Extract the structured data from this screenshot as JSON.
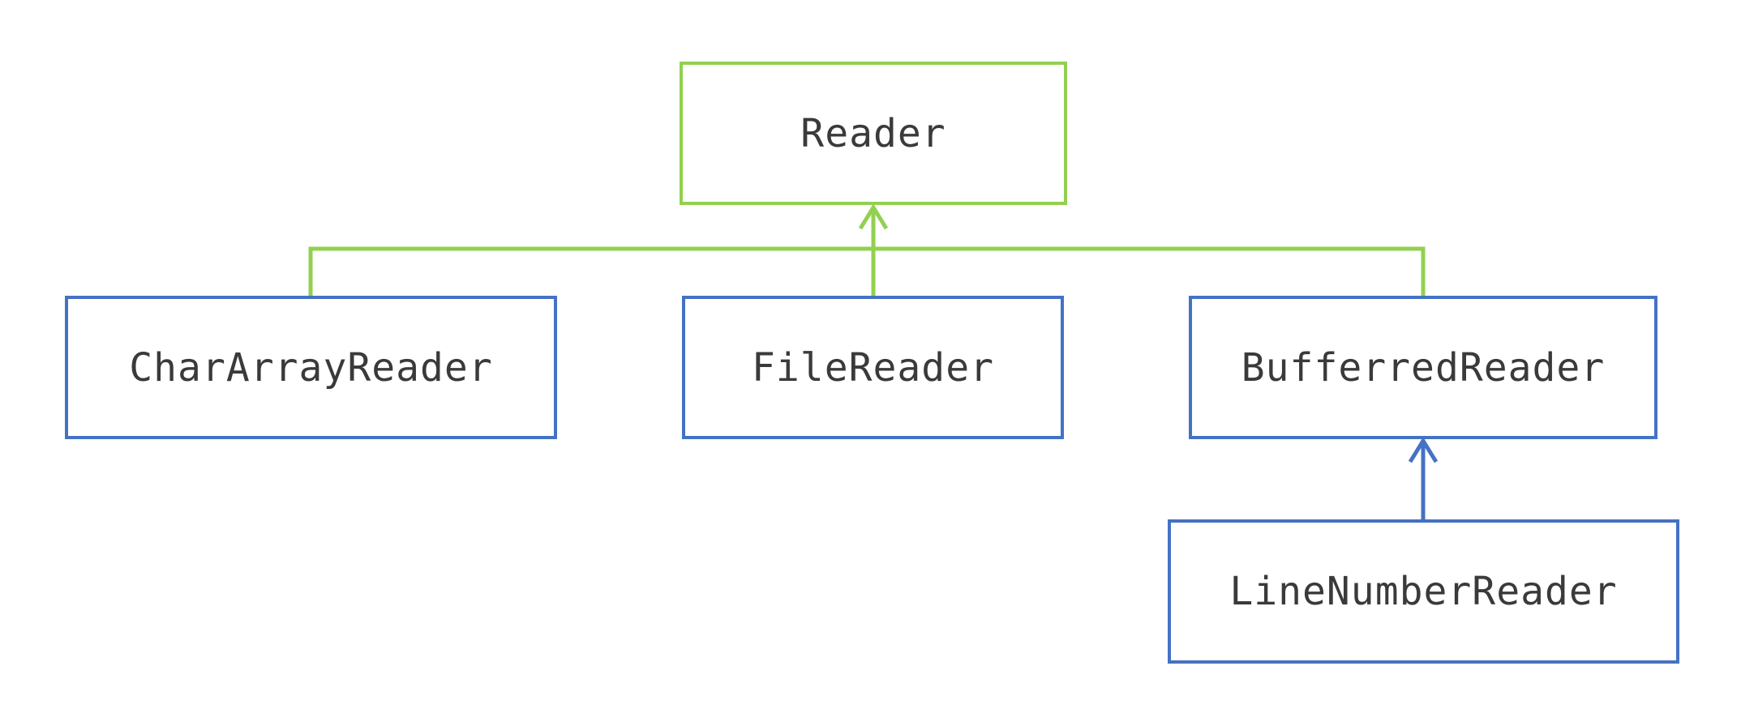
{
  "colors": {
    "root_border": "#92D050",
    "child_border": "#4472C4",
    "text": "#3a3a3a"
  },
  "nodes": {
    "reader": "Reader",
    "char_array_reader": "CharArrayReader",
    "file_reader": "FileReader",
    "buffered_reader": "BufferredReader",
    "line_number_reader": "LineNumberReader"
  }
}
